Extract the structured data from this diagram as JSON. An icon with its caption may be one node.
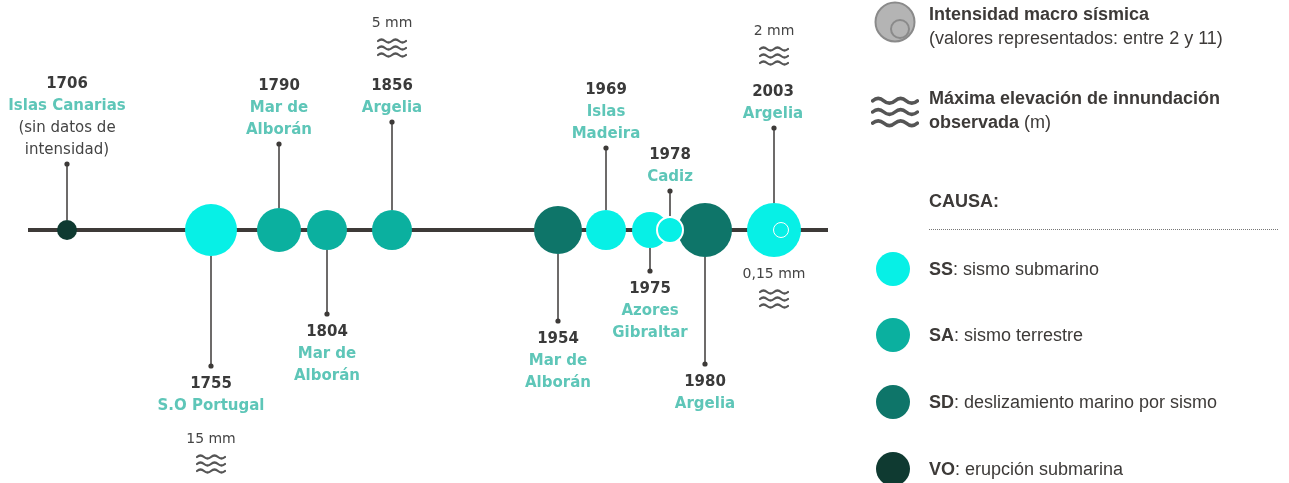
{
  "diagram": {
    "nodes": [
      {
        "text": [
          "1706",
          "Islas Canarias",
          "(sin datos de intensidad)"
        ]
      },
      {
        "text": [],
        "shape": "circle"
      },
      {
        "text": [
          "1755",
          "S.O Portugal"
        ],
        "beside": [
          "15 mm"
        ]
      },
      {
        "text": [],
        "shape": "circle"
      },
      {
        "text": [
          "1790",
          "Mar de Alborán"
        ]
      },
      {
        "text": [],
        "shape": "circle"
      },
      {
        "text": [
          "1804",
          "Mar de Alborán"
        ]
      },
      {
        "text": [],
        "shape": "circle"
      },
      {
        "text": [
          "1856",
          "Argelia"
        ],
        "beside": [
          "5 mm"
        ]
      },
      {
        "text": [],
        "shape": "circle"
      },
      {
        "text": [
          "1954",
          "Mar de Alborán"
        ]
      },
      {
        "text": [],
        "shape": "circle"
      },
      {
        "text": [
          "1969",
          "Islas Madeira"
        ]
      },
      {
        "text": [],
        "shape": "circle"
      },
      {
        "text": [
          "1975",
          "Azores Gibraltar"
        ]
      },
      {
        "text": [],
        "shape": "circle"
      },
      {
        "text": [
          "1978",
          "Cadiz"
        ]
      },
      {
        "text": [],
        "shape": "circle"
      },
      {
        "text": [
          "1980",
          "Argelia"
        ]
      },
      {
        "text": [],
        "shape": "circle"
      },
      {
        "text": [
          "2003",
          "Argelia"
        ],
        "beside": [
          "2 mm"
        ]
      },
      {
        "text": [],
        "shape": "circle",
        "beside": [
          "0,15 mm"
        ]
      }
    ],
    "edges": [
      {
        "from": 0,
        "to": 1,
        "arrow": "other"
      },
      {
        "from": 2,
        "to": 3,
        "arrow": "other"
      },
      {
        "from": 4,
        "to": 5,
        "arrow": "other"
      },
      {
        "from": 6,
        "to": 7,
        "arrow": "other"
      },
      {
        "from": 8,
        "to": 9,
        "arrow": "other"
      },
      {
        "from": 10,
        "to": 11,
        "arrow": "other"
      },
      {
        "from": 12,
        "to": 13,
        "arrow": "other"
      },
      {
        "from": 14,
        "to": 15,
        "arrow": "other"
      },
      {
        "from": 16,
        "to": 17,
        "arrow": "other"
      },
      {
        "from": 18,
        "to": 19,
        "arrow": "other"
      },
      {
        "from": 20,
        "to": 21,
        "arrow": "other"
      }
    ],
    "labels": [
      "CAUSA:"
    ],
    "legend": [
      {
        "text": "**Intensidad macro sísmica** (valores representados: entre 2 y 11)"
      },
      {
        "text": "**Máxima elevación de innundación observada** (m)"
      },
      {
        "text": "**SS**: sismo submarino",
        "color": "#07f0e6"
      },
      {
        "text": "**SA**: sismo terrestre",
        "color": "#0bb09f"
      },
      {
        "text": "**SD**: deslizamiento marino por sismo",
        "color": "#0e7569"
      },
      {
        "text": "**VO**: erupción submarina",
        "color": "#0f3a31"
      }
    ]
  }
}
